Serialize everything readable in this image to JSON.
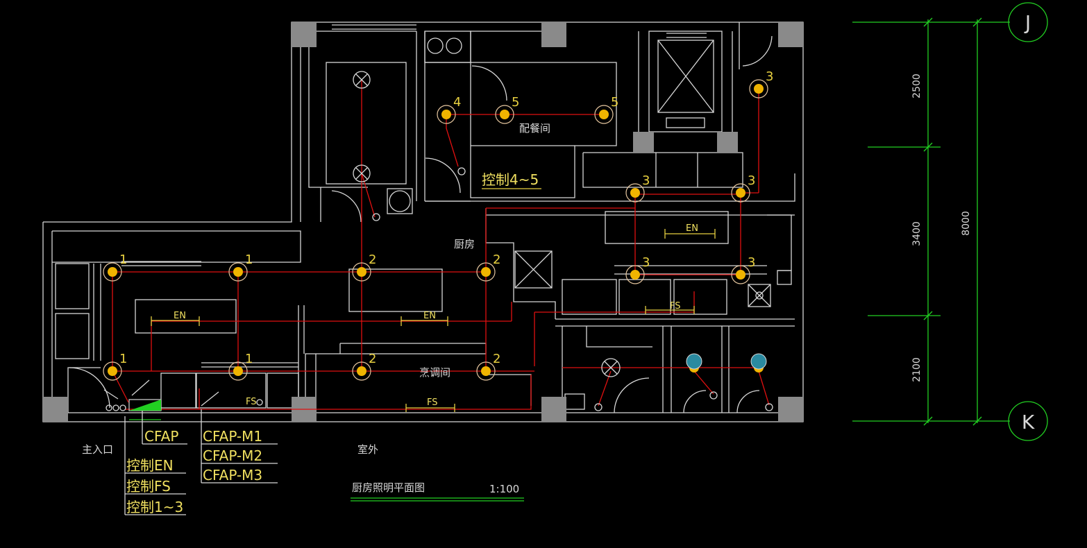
{
  "drawing": {
    "title": "厨房照明平面图",
    "scale": "1:100"
  },
  "rooms": {
    "pantry": "配餐间",
    "kitchen": "厨房",
    "cooking": "烹调间",
    "entrance": "主入口",
    "outdoor": "室外"
  },
  "annotations": {
    "control_4_5": "控制4~5",
    "en_1": "EN",
    "en_2": "EN",
    "en_3": "EN",
    "fs_1": "FS",
    "fs_2": "FS",
    "fs_3": "FS"
  },
  "panels": {
    "cfap": "CFAP",
    "m1": "CFAP-M1",
    "m2": "CFAP-M2",
    "m3": "CFAP-M3",
    "ctrl_en": "控制EN",
    "ctrl_fs": "控制FS",
    "ctrl_13": "控制1~3"
  },
  "axes": {
    "top": "J",
    "bottom": "K"
  },
  "dimensions": {
    "d1": "2500",
    "d2": "3400",
    "d3": "2100",
    "total": "8000"
  },
  "fixture_labels": {
    "f1": "1",
    "f2": "1",
    "f3": "1",
    "f4": "1",
    "f5": "2",
    "f6": "2",
    "f7": "2",
    "f8": "2",
    "f9": "3",
    "f10": "3",
    "f11": "3",
    "f12": "3",
    "f13": "3",
    "f14": "4",
    "f15": "5",
    "f16": "5"
  },
  "colors": {
    "background": "#000000",
    "walls": "#d8d8d8",
    "wiring": "#e01010",
    "dimension": "#22d022",
    "fixture": "#f0b400",
    "label": "#e8d040"
  }
}
